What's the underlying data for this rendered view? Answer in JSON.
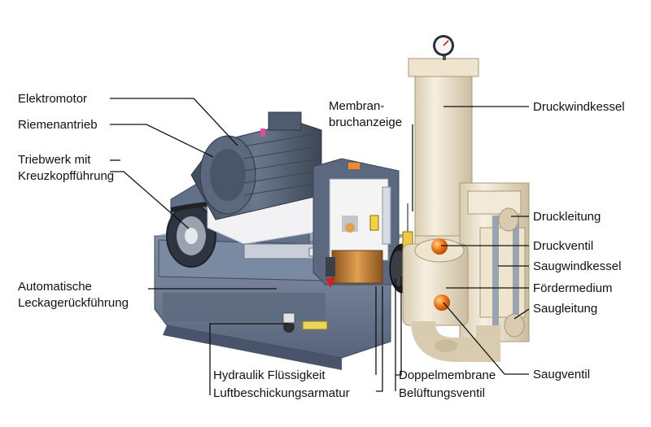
{
  "labels": {
    "elektromotor": "Elektromotor",
    "riemenantrieb": "Riemenantrieb",
    "triebwerk_line1": "Triebwerk mit",
    "triebwerk_line2": "Kreuzkopfführung",
    "automatische_line1": "Automatische",
    "automatische_line2": "Leckagerückführung",
    "hydraulik": "Hydraulik Flüssigkeit",
    "luftbeschickung": "Luftbeschickungsarmatur",
    "membran_line1": "Membran-",
    "membran_line2": "bruchanzeige",
    "doppelmembrane": "Doppelmembrane",
    "belueftungsventil": "Belüftungsventil",
    "druckwindkessel": "Druckwindkessel",
    "druckleitung": "Druckleitung",
    "druckventil": "Druckventil",
    "saugwindkessel": "Saugwindkessel",
    "foerdermedium": "Fördermedium",
    "saugleitung": "Saugleitung",
    "saugventil": "Saugventil"
  },
  "colors": {
    "frame": "#6e7d92",
    "frame_dark": "#4f5b6c",
    "motor": "#4d5a6c",
    "vessel": "#f0e6d2",
    "vessel_shade": "#d9ccb2",
    "ball": "#f07a1e",
    "bronze": "#c07a30",
    "lead": "#111111"
  }
}
